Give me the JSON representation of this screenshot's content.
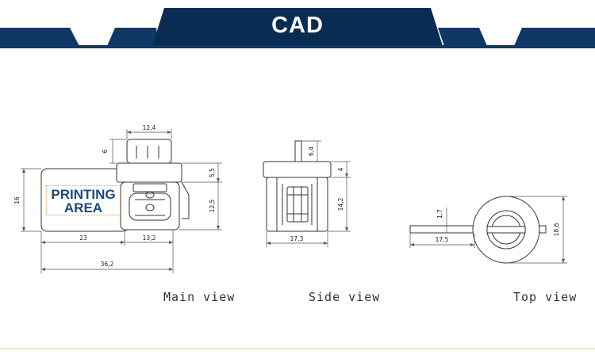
{
  "header": {
    "title": "CAD"
  },
  "printing_area": {
    "line1": "PRINTING",
    "line2": "AREA"
  },
  "views": {
    "main": "Main view",
    "side": "Side view",
    "top": "Top view"
  },
  "dimensions": {
    "main_cap_width": "12,4",
    "main_cap_height": "6",
    "main_overall_height": "16",
    "main_upper_height": "5,5",
    "main_lower_height": "12,5",
    "main_body_width": "23",
    "main_lock_width": "13,2",
    "main_total_width": "36,2",
    "side_stem_height": "6,4",
    "side_upper_height": "4",
    "side_lower_height": "14,2",
    "side_width": "17,3",
    "top_thickness": "1,7",
    "top_strip_length": "17,5",
    "top_diameter": "18,6"
  },
  "colors": {
    "banner": "#0f3866",
    "banner_dark": "#0a2c52",
    "print_text": "#1b4a7a",
    "print_border": "#d8a25a"
  }
}
